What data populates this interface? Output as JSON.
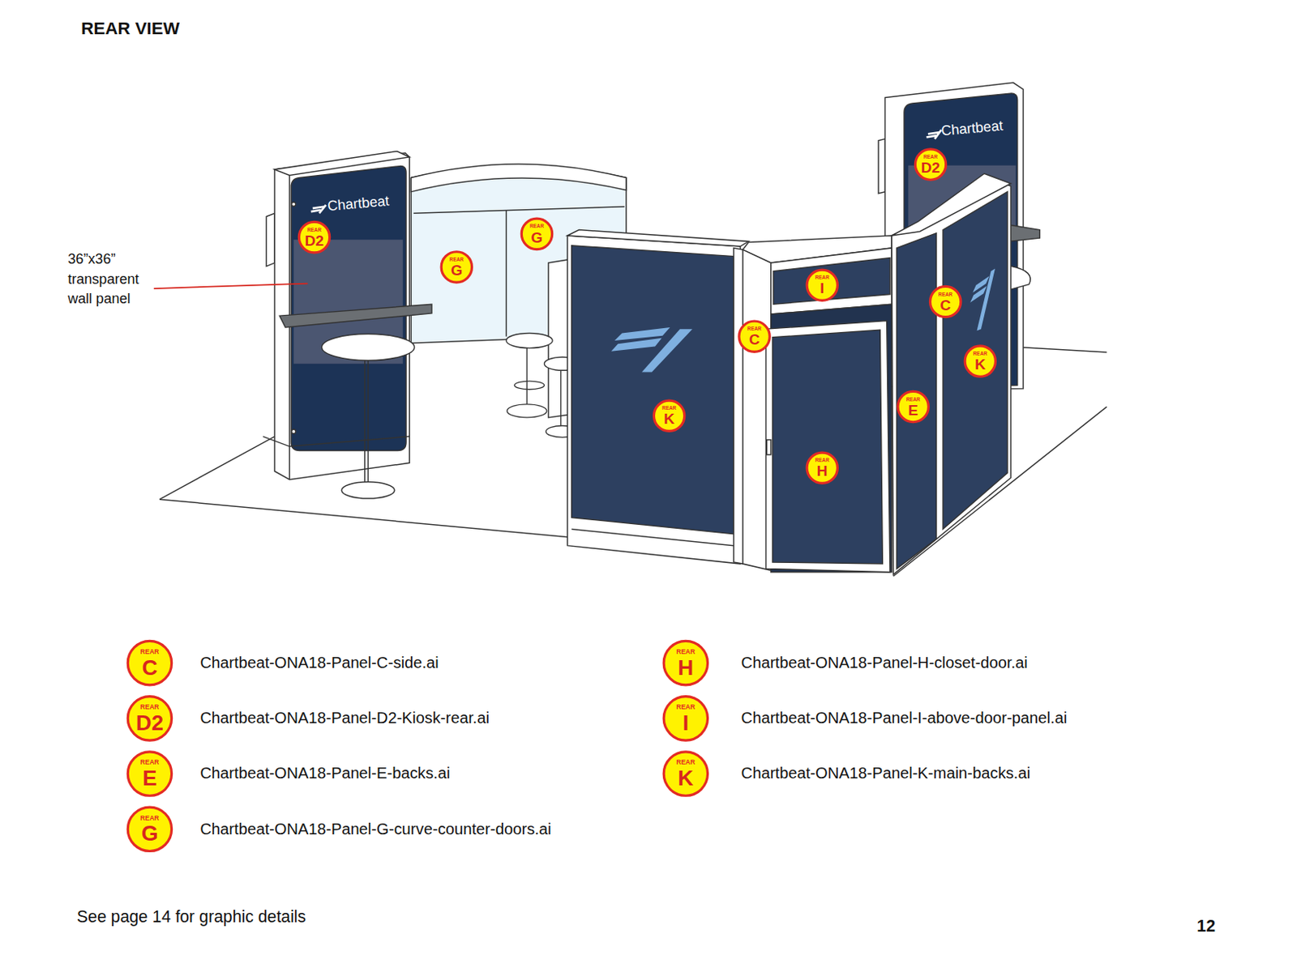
{
  "diagram": {
    "title": "REAR VIEW",
    "nodes": [
      {
        "text": [
          "REAR",
          "D2"
        ]
      },
      {
        "text": [
          "REAR",
          "G"
        ]
      },
      {
        "text": [
          "REAR",
          "D2"
        ]
      },
      {
        "text": [
          "REAR",
          "G"
        ]
      },
      {
        "text": [
          "REAR",
          "I"
        ]
      },
      {
        "text": [
          "REAR",
          "C"
        ]
      },
      {
        "text": [
          "REAR",
          "C"
        ]
      },
      {
        "text": [
          "REAR",
          "K"
        ]
      },
      {
        "text": [
          "REAR",
          "E"
        ]
      },
      {
        "text": [
          "REAR",
          "K"
        ]
      },
      {
        "text": [
          "REAR",
          "H"
        ]
      },
      {
        "text": [
          "REAR",
          "C"
        ]
      },
      {
        "text": [
          "REAR",
          "D2"
        ]
      },
      {
        "text": [
          "REAR",
          "E"
        ]
      },
      {
        "text": [
          "REAR",
          "G"
        ]
      },
      {
        "text": [
          "REAR",
          "H"
        ]
      },
      {
        "text": [
          "REAR",
          "I"
        ]
      },
      {
        "text": [
          "REAR",
          "K"
        ]
      }
    ],
    "labels": [
      "Chartbeat",
      "Chartbeat",
      "36”x36” transparent wall panel",
      "See page 14 for graphic details",
      "12"
    ],
    "legend": [
      {
        "text": "Chartbeat-ONA18-Panel-C-side.ai"
      },
      {
        "text": "Chartbeat-ONA18-Panel-D2-Kiosk-rear.ai"
      },
      {
        "text": "Chartbeat-ONA18-Panel-E-backs.ai"
      },
      {
        "text": "Chartbeat-ONA18-Panel-G-curve-counter-doors.ai"
      },
      {
        "text": "Chartbeat-ONA18-Panel-H-closet-door.ai"
      },
      {
        "text": "Chartbeat-ONA18-Panel-I-above-door-panel.ai"
      },
      {
        "text": "Chartbeat-ONA18-Panel-K-main-backs.ai"
      }
    ]
  }
}
